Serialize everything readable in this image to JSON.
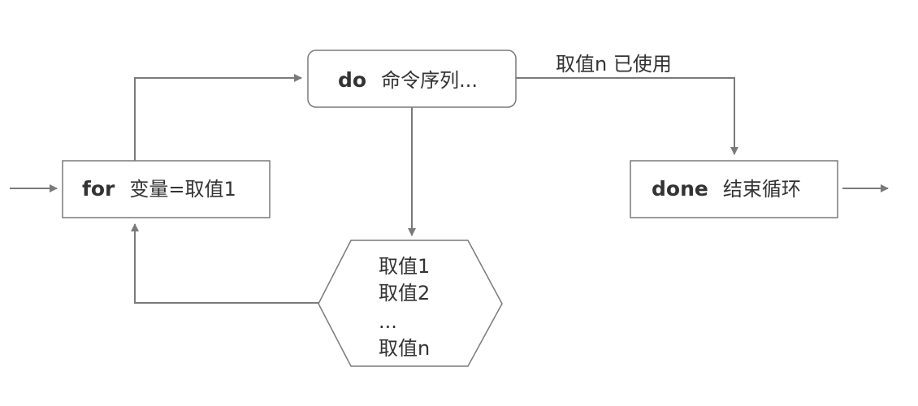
{
  "nodes": {
    "for_box": {
      "keyword": "for",
      "text": "变量=取值1"
    },
    "do_box": {
      "keyword": "do",
      "text": "命令序列..."
    },
    "done_box": {
      "keyword": "done",
      "text": "结束循环"
    },
    "values_hexagon": {
      "lines": [
        "取值1",
        "取值2",
        "...",
        "取值n"
      ]
    }
  },
  "edge_labels": {
    "do_to_done": "取值n 已使用"
  }
}
